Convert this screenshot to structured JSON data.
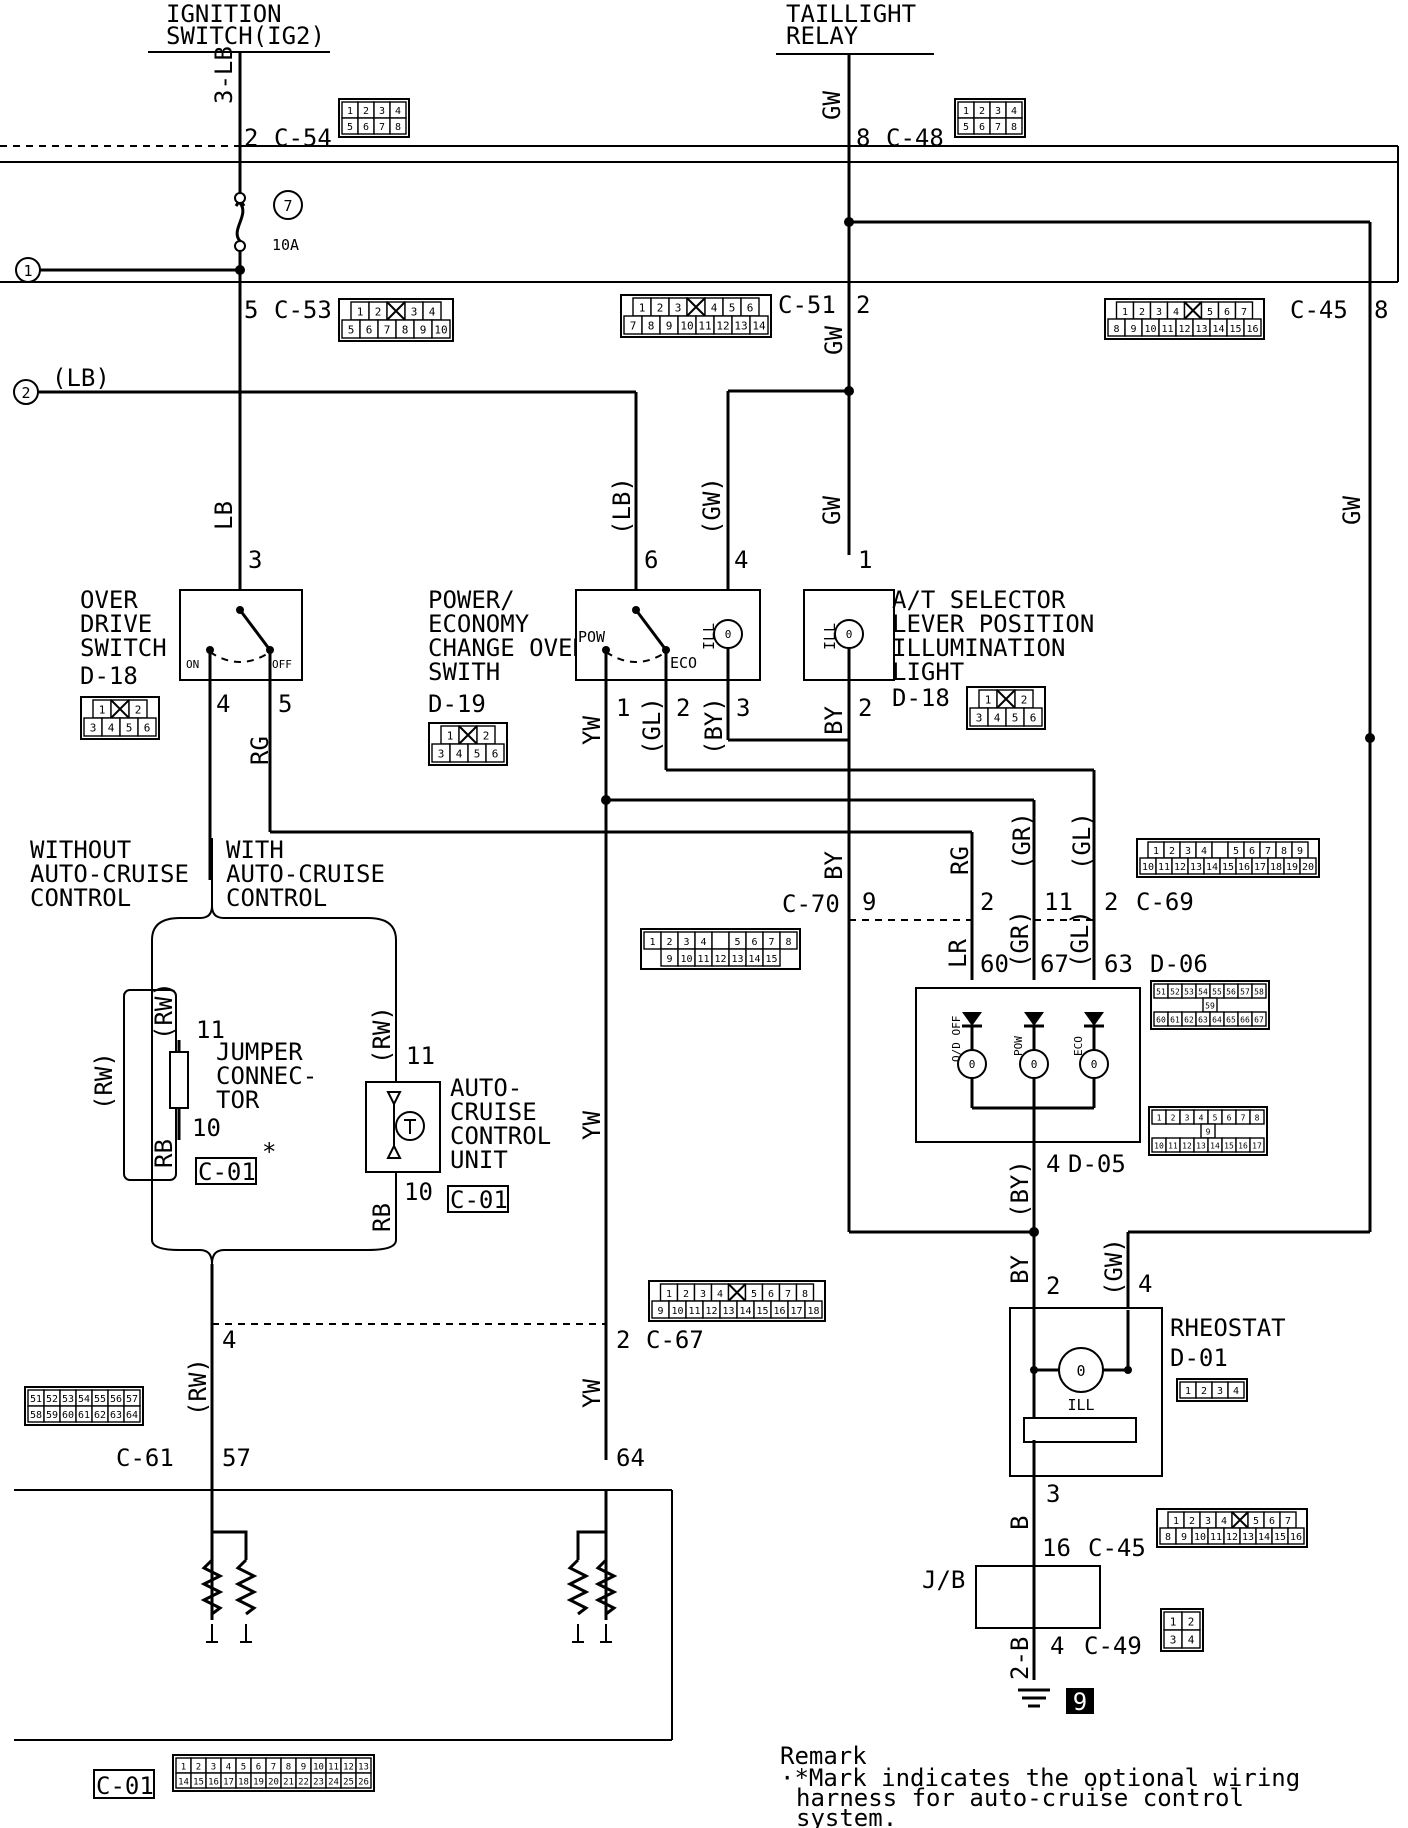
{
  "sources": {
    "ignition_l1": "IGNITION",
    "ignition_l2": "SWITCH(IG2)",
    "taillight_l1": "TAILLIGHT",
    "taillight_l2": "RELAY"
  },
  "fuse": {
    "number": "7",
    "rating": "10A"
  },
  "refs": {
    "ref1": "1",
    "ref2": "2",
    "ref2_color": "(LB)",
    "ground": "9"
  },
  "connectors": {
    "c54": "C-54",
    "c48": "C-48",
    "c53": "C-53",
    "c51": "C-51",
    "c45": "C-45",
    "d18": "D-18",
    "d19": "D-19",
    "c70": "C-70",
    "c69": "C-69",
    "d06": "D-06",
    "d05": "D-05",
    "c01": "C-01",
    "c67": "C-67",
    "c61": "C-61",
    "d01": "D-01",
    "c49": "C-49",
    "jb": "J/B"
  },
  "wire_colors": {
    "lb3": "3-LB",
    "gw": "GW",
    "lb": "LB",
    "lb_p": "(LB)",
    "gw_p": "(GW)",
    "rg": "RG",
    "yw": "YW",
    "gl_p": "(GL)",
    "by_p": "(BY)",
    "by": "BY",
    "gr_p": "(GR)",
    "lr": "LR",
    "rw_p": "(RW)",
    "rb": "RB",
    "b": "B",
    "b2": "2-B"
  },
  "pins": {
    "p2": "2",
    "p8": "8",
    "p5": "5",
    "p3": "3",
    "p4": "4",
    "p6": "6",
    "p1": "1",
    "p9": "9",
    "p11": "11",
    "p60": "60",
    "p67": "67",
    "p63": "63",
    "p10": "10",
    "p57": "57",
    "p64": "64",
    "p16": "16"
  },
  "components": {
    "overdrive_l1": "OVER",
    "overdrive_l2": "DRIVE",
    "overdrive_l3": "SWITCH",
    "on": "ON",
    "off": "OFF",
    "power_l1": "POWER/",
    "power_l2": "ECONOMY",
    "power_l3": "CHANGE OVER",
    "power_l4": "SWITH",
    "pow": "POW",
    "eco": "ECO",
    "ill": "ILL",
    "at_l1": "A/T SELECTOR",
    "at_l2": "LEVER POSITION",
    "at_l3": "ILLUMINATION",
    "at_l4": "LIGHT",
    "without_l1": "WITHOUT",
    "without_l2": "AUTO-CRUISE",
    "without_l3": "CONTROL",
    "with_l1": "WITH",
    "with_l2": "AUTO-CRUISE",
    "with_l3": "CONTROL",
    "jumper_l1": "JUMPER",
    "jumper_l2": "CONNEC-",
    "jumper_l3": "TOR",
    "acu_l1": "AUTO-",
    "acu_l2": "CRUISE",
    "acu_l3": "CONTROL",
    "acu_l4": "UNIT",
    "od_off": "O/D OFF",
    "rheostat": "RHEOSTAT",
    "asterisk": "*"
  },
  "remark": {
    "title": "Remark",
    "line1": "·*Mark indicates the optional wiring",
    "line2": "harness for auto-cruise control",
    "line3": "system."
  },
  "pinmaps": {
    "c54": [
      [
        "1",
        "2",
        "3",
        "4"
      ],
      [
        "5",
        "6",
        "7",
        "8"
      ]
    ],
    "c48": [
      [
        "1",
        "2",
        "3",
        "4"
      ],
      [
        "5",
        "6",
        "7",
        "8"
      ]
    ],
    "c53": [
      [
        "1",
        "2",
        "X",
        "3",
        "4"
      ],
      [
        "5",
        "6",
        "7",
        "8",
        "9",
        "10"
      ]
    ],
    "c51": [
      [
        "1",
        "2",
        "3",
        "X",
        "4",
        "5",
        "6"
      ],
      [
        "7",
        "8",
        "9",
        "10",
        "11",
        "12",
        "13",
        "14"
      ]
    ],
    "c45": [
      [
        "1",
        "2",
        "3",
        "4",
        "X",
        "5",
        "6",
        "7"
      ],
      [
        "8",
        "9",
        "10",
        "11",
        "12",
        "13",
        "14",
        "15",
        "16"
      ]
    ],
    "d18": [
      [
        "1",
        "X",
        "2"
      ],
      [
        "3",
        "4",
        "5",
        "6"
      ]
    ],
    "d19": [
      [
        "1",
        "X",
        "2"
      ],
      [
        "3",
        "4",
        "5",
        "6"
      ]
    ],
    "d18b": [
      [
        "1",
        "X",
        "2"
      ],
      [
        "3",
        "4",
        "5",
        "6"
      ]
    ],
    "c69": [
      [
        "1",
        "2",
        "3",
        "4",
        "",
        "5",
        "6",
        "7",
        "8",
        "9"
      ],
      [
        "10",
        "11",
        "12",
        "13",
        "14",
        "15",
        "16",
        "17",
        "18",
        "19",
        "20"
      ]
    ],
    "c70": [
      [
        "1",
        "2",
        "3",
        "4",
        "",
        "5",
        "6",
        "7",
        "8"
      ],
      [
        "9",
        "10",
        "11",
        "12",
        "13",
        "14",
        "15"
      ]
    ],
    "d06": [
      [
        "51",
        "52",
        "53",
        "54",
        "55",
        "56",
        "57",
        "58"
      ],
      [
        "59"
      ],
      [
        "60",
        "61",
        "62",
        "63",
        "64",
        "65",
        "66",
        "67"
      ]
    ],
    "d05": [
      [
        "1",
        "2",
        "3",
        "4",
        "5",
        "6",
        "7",
        "8"
      ],
      [
        "9"
      ],
      [
        "10",
        "11",
        "12",
        "13",
        "14",
        "15",
        "16",
        "17"
      ]
    ],
    "c67": [
      [
        "1",
        "2",
        "3",
        "4",
        "X",
        "5",
        "6",
        "7",
        "8"
      ],
      [
        "9",
        "10",
        "11",
        "12",
        "13",
        "14",
        "15",
        "16",
        "17",
        "18"
      ]
    ],
    "c61": [
      [
        "51",
        "52",
        "53",
        "54",
        "55",
        "56",
        "57"
      ],
      [
        "58",
        "59",
        "60",
        "61",
        "62",
        "63",
        "64"
      ]
    ],
    "d01": [
      [
        "1",
        "2",
        "3",
        "4"
      ]
    ],
    "c45b": [
      [
        "1",
        "2",
        "3",
        "4",
        "X",
        "5",
        "6",
        "7"
      ],
      [
        "8",
        "9",
        "10",
        "11",
        "12",
        "13",
        "14",
        "15",
        "16"
      ]
    ],
    "c49": [
      [
        "1",
        "2"
      ],
      [
        "3",
        "4"
      ]
    ],
    "c01": [
      [
        "1",
        "2",
        "3",
        "4",
        "5",
        "6",
        "7",
        "8",
        "9",
        "10",
        "11",
        "12",
        "13"
      ],
      [
        "14",
        "15",
        "16",
        "17",
        "18",
        "19",
        "20",
        "21",
        "22",
        "23",
        "24",
        "25",
        "26"
      ]
    ]
  }
}
